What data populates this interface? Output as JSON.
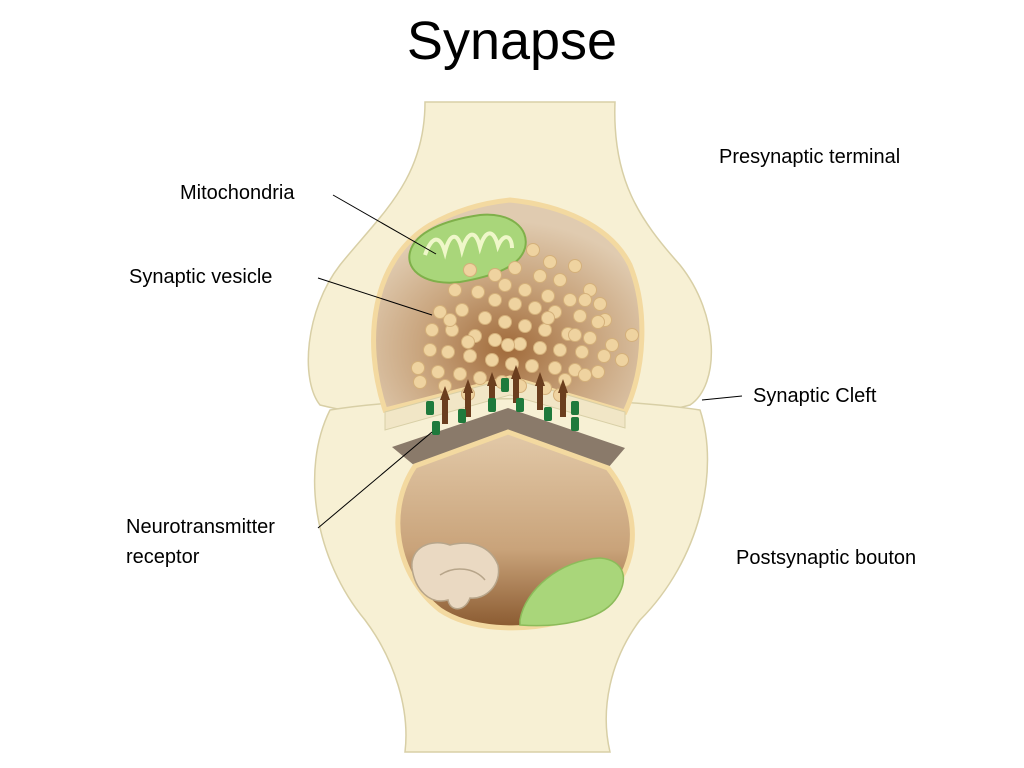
{
  "title": "Synapse",
  "labels": {
    "presynaptic_terminal": "Presynaptic terminal",
    "mitochondria": "Mitochondria",
    "synaptic_vesicle": "Synaptic vesicle",
    "synaptic_cleft": "Synaptic Cleft",
    "neurotransmitter_receptor_line1": "Neurotransmitter",
    "neurotransmitter_receptor_line2": "receptor",
    "postsynaptic_bouton": "Postsynaptic bouton"
  },
  "colors": {
    "cell_fill": "#f7f0d4",
    "cell_stroke": "#d8cfa6",
    "cytoplasm": "#d8bd9a",
    "vesicle": "#efd3a0",
    "mitochondria": "#a9d67a",
    "receptor": "#1f7a3c"
  }
}
